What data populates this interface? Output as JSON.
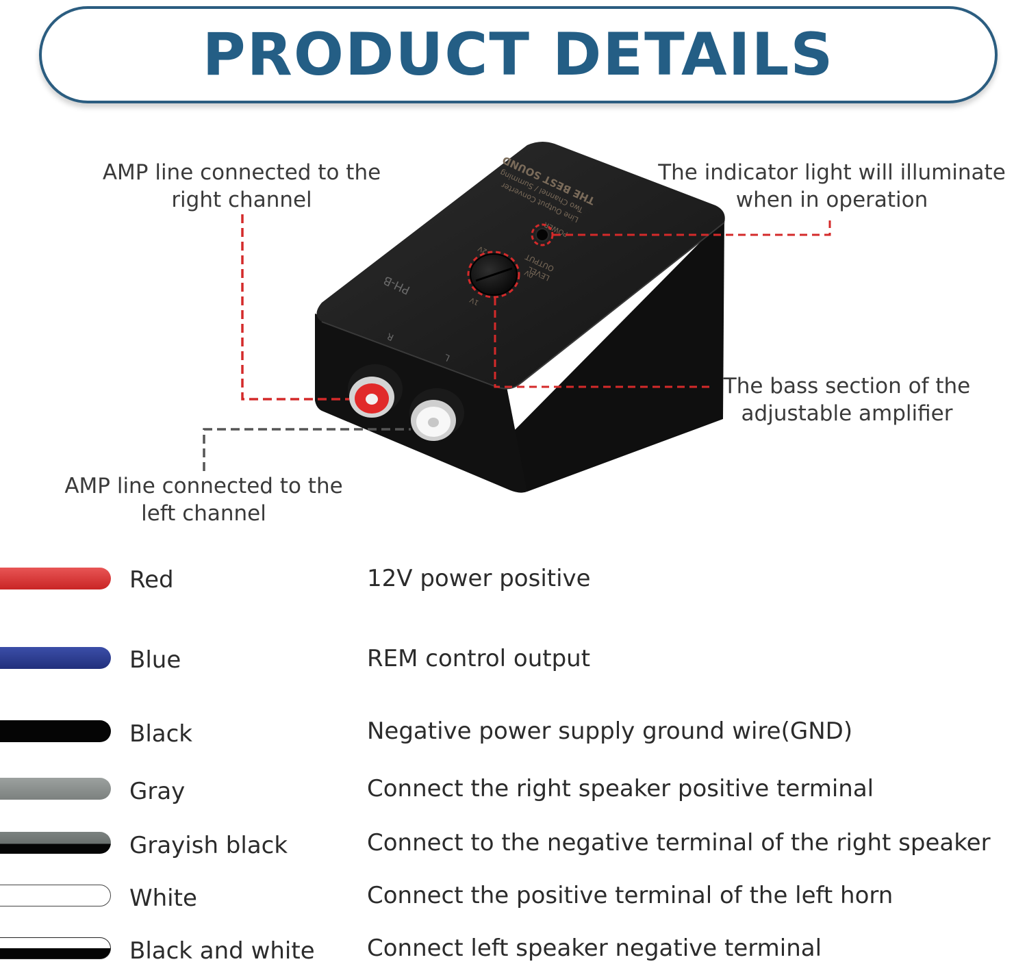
{
  "header": {
    "title": "PRODUCT DETAILS"
  },
  "device": {
    "brand": "THE BEST SOUND",
    "subtitle1": "Two Channel / Summing",
    "subtitle2": "Line Output Converter",
    "power_label": "POWER",
    "output_label": "OUTPUT",
    "level_label": "LEVEL",
    "v0": "0V",
    "v1": "1V",
    "v2": "2V",
    "model": "PH-B",
    "r_label": "R",
    "l_label": "L"
  },
  "callouts": {
    "right_channel": {
      "line1": "AMP line connected to the",
      "line2": "right channel"
    },
    "indicator": {
      "line1": "The indicator light will illuminate",
      "line2": "when in operation"
    },
    "bass": {
      "line1": "The bass section of the",
      "line2": "adjustable amplifier"
    },
    "left_channel": {
      "line1": "AMP line connected to the",
      "line2": "left channel"
    }
  },
  "colors": {
    "accent": "#245e85",
    "callout_red": "#d42a2a",
    "callout_gray": "#555555"
  },
  "wires": [
    {
      "name": "Red",
      "desc": "12V power positive",
      "color": "#d93636",
      "style": "solid"
    },
    {
      "name": "Blue",
      "desc": "REM control output",
      "color": "#2a3a8f",
      "style": "solid"
    },
    {
      "name": "Black",
      "desc": "Negative power supply ground wire(GND)",
      "color": "#050505",
      "style": "solid"
    },
    {
      "name": "Gray",
      "desc": "Connect the right speaker positive terminal",
      "color": "#8a8f8d",
      "style": "solid"
    },
    {
      "name": "Grayish black",
      "desc": "Connect to the negative terminal of the right speaker",
      "color": "#6f7674",
      "style": "stripe-black"
    },
    {
      "name": "White",
      "desc": "Connect the positive terminal of the left horn",
      "color": "#ffffff",
      "style": "outline"
    },
    {
      "name": "Black and white",
      "desc": "Connect left speaker negative terminal",
      "color": "#ffffff",
      "style": "stripe-white-black"
    }
  ]
}
